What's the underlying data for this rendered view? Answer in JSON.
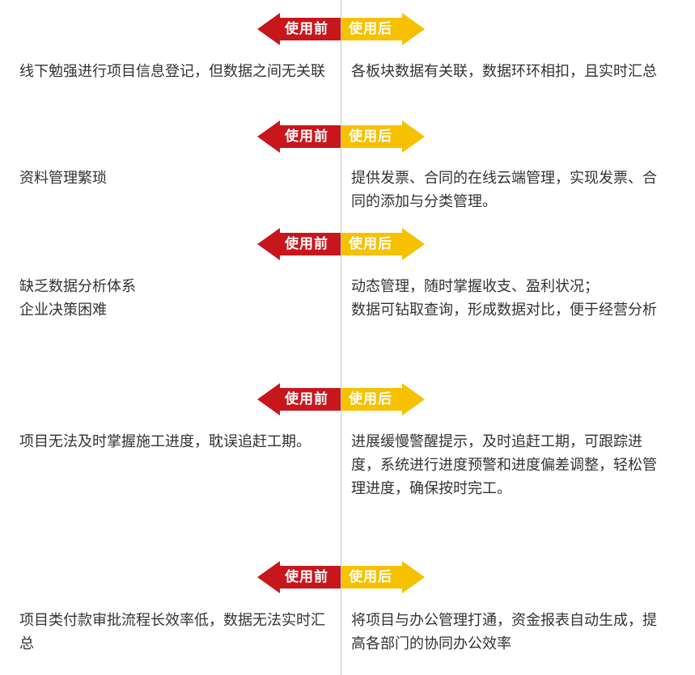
{
  "colors": {
    "before_arrow": "#c8161d",
    "after_arrow": "#f6c100",
    "divider": "#c8c8c8",
    "text": "#333333"
  },
  "rows": [
    {
      "before_label": "使用前",
      "after_label": "使用后",
      "before_text": "线下勉强进行项目信息登记，但数据之间无关联",
      "after_text": "各板块数据有关联，数据环环相扣，且实时汇总"
    },
    {
      "before_label": "使用前",
      "after_label": "使用后",
      "before_text": "资料管理繁琐",
      "after_text": "提供发票、合同的在线云端管理，实现发票、合同的添加与分类管理。"
    },
    {
      "before_label": "使用前",
      "after_label": "使用后",
      "before_text": "缺乏数据分析体系\n企业决策困难",
      "after_text": "动态管理，随时掌握收支、盈利状况；\n数据可钻取查询，形成数据对比，便于经营分析"
    },
    {
      "before_label": "使用前",
      "after_label": "使用后",
      "before_text": "项目无法及时掌握施工进度，耽误追赶工期。",
      "after_text": "进展缓慢警醒提示，及时追赶工期，可跟踪进度，系统进行进度预警和进度偏差调整，轻松管理进度，确保按时完工。"
    },
    {
      "before_label": "使用前",
      "after_label": "使用后",
      "before_text": "项目类付款审批流程长效率低，数据无法实时汇总",
      "after_text": "将项目与办公管理打通，资金报表自动生成，提高各部门的协同办公效率"
    }
  ]
}
